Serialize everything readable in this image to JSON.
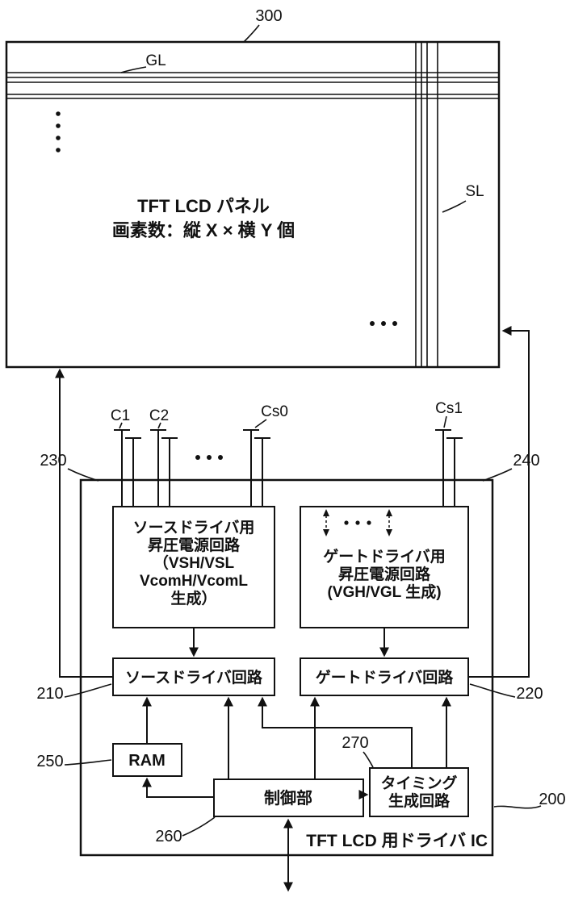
{
  "figure": {
    "panel": {
      "ref": "300",
      "gate_line_label": "GL",
      "source_line_label": "SL",
      "title": "TFT LCD パネル",
      "pixel_count": "画素数：縦 X × 横 Y 個"
    },
    "capacitors": {
      "c1": "C1",
      "c2": "C2",
      "cs0": "Cs0",
      "cs1": "Cs1"
    },
    "driver_ic": {
      "ref": "200",
      "name": "TFT LCD 用ドライバ IC",
      "source_boost": {
        "ref": "230",
        "line1": "ソースドライバ用",
        "line2": "昇圧電源回路",
        "line3": "（VSH/VSL",
        "line4": "VcomH/VcomL",
        "line5": "生成）"
      },
      "gate_boost": {
        "ref": "240",
        "line1": "ゲートドライバ用",
        "line2": "昇圧電源回路",
        "line3": "(VGH/VGL 生成)"
      },
      "source_driver": {
        "ref": "210",
        "label": "ソースドライバ回路"
      },
      "gate_driver": {
        "ref": "220",
        "label": "ゲートドライバ回路"
      },
      "ram": {
        "ref": "250",
        "label": "RAM"
      },
      "control": {
        "ref": "260",
        "label": "制御部"
      },
      "timing": {
        "ref": "270",
        "line1": "タイミング",
        "line2": "生成回路"
      }
    },
    "colors": {
      "ink": "#111111",
      "background": "#ffffff"
    }
  }
}
